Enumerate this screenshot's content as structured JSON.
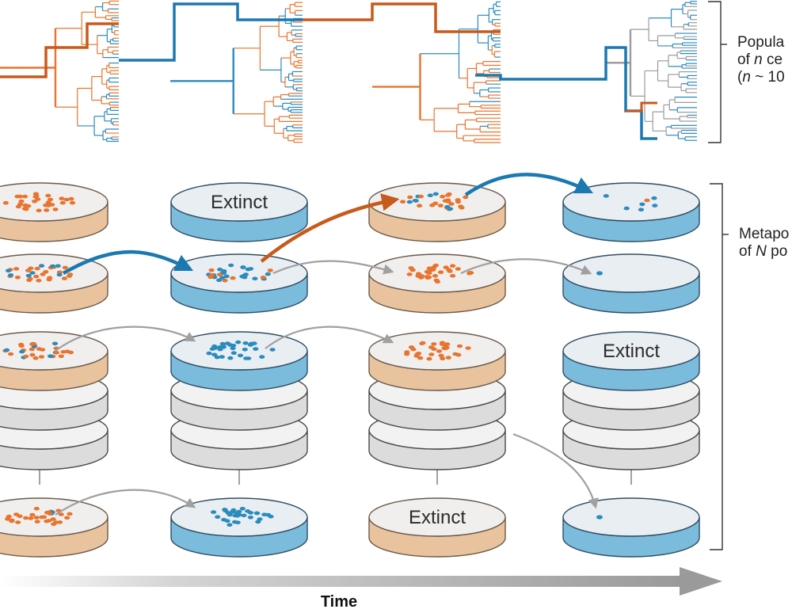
{
  "colors": {
    "orange": "#e8742e",
    "orange_dark": "#c85a1a",
    "blue": "#2a8bbd",
    "blue_dark": "#1b78b0",
    "gray": "#a6a6a6",
    "dish_orange": "#e8b98b",
    "dish_blue": "#6fb3d6",
    "dish_gray": "#d9d9d9"
  },
  "labels": {
    "population_line1": "Popula",
    "population_line2_prefix": "of ",
    "population_line2_var": "n",
    "population_line2_suffix": " ce",
    "population_line3_prefix": "(",
    "population_line3_var": "n",
    "population_line3_suffix": " ~ 10",
    "metapop_line1": "Metapo",
    "metapop_line2_prefix": "of ",
    "metapop_line2_var": "N",
    "metapop_line2_suffix": " po",
    "extinct": "Extinct",
    "time": "Time"
  },
  "dishes": [
    {
      "col": 0,
      "row": 0,
      "color": "orange",
      "content": "cells",
      "mix": "orange"
    },
    {
      "col": 1,
      "row": 0,
      "color": "blue",
      "content": "extinct"
    },
    {
      "col": 2,
      "row": 0,
      "color": "orange",
      "content": "cells",
      "mix": "orange-blue"
    },
    {
      "col": 3,
      "row": 0,
      "color": "blue",
      "content": "few",
      "mix": "blue"
    },
    {
      "col": 0,
      "row": 1,
      "color": "orange",
      "content": "cells",
      "mix": "orange-blue"
    },
    {
      "col": 1,
      "row": 1,
      "color": "blue",
      "content": "cells",
      "mix": "blue-orange"
    },
    {
      "col": 2,
      "row": 1,
      "color": "orange",
      "content": "cells",
      "mix": "orange"
    },
    {
      "col": 3,
      "row": 1,
      "color": "blue",
      "content": "single",
      "mix": "blue"
    },
    {
      "col": 0,
      "row": 2,
      "color": "orange",
      "content": "cells",
      "mix": "orange-blue"
    },
    {
      "col": 1,
      "row": 2,
      "color": "blue",
      "content": "cells",
      "mix": "blue"
    },
    {
      "col": 2,
      "row": 2,
      "color": "orange",
      "content": "cells",
      "mix": "orange"
    },
    {
      "col": 3,
      "row": 2,
      "color": "blue",
      "content": "extinct"
    },
    {
      "col": 0,
      "row": 3,
      "color": "orange",
      "content": "cells",
      "mix": "orange-blue"
    },
    {
      "col": 1,
      "row": 3,
      "color": "blue",
      "content": "cells",
      "mix": "blue"
    },
    {
      "col": 2,
      "row": 3,
      "color": "orange",
      "content": "extinct"
    },
    {
      "col": 3,
      "row": 3,
      "color": "blue",
      "content": "single",
      "mix": "blue"
    }
  ]
}
